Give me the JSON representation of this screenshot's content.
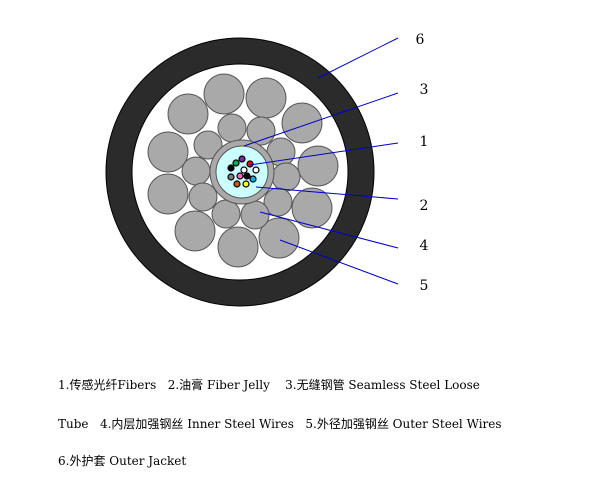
{
  "callouts": [
    "6",
    "3",
    "1",
    "2",
    "4",
    "5"
  ],
  "legend": {
    "line1": "1.传感光纤Fibers   2.油膏 Fiber Jelly    3.无缝钢管 Seamless Steel Loose",
    "line2": "Tube   4.内层加强钢丝 Inner Steel Wires   5.外径加强钢丝 Outer Steel Wires",
    "line3": "6.外护套 Outer Jacket"
  },
  "colors": {
    "jacket": "#2b2b2b",
    "wire": "#a9a9a9",
    "tube": "#a9a9a9",
    "jelly": "#ccffff",
    "leader_line": "#0000cc"
  }
}
